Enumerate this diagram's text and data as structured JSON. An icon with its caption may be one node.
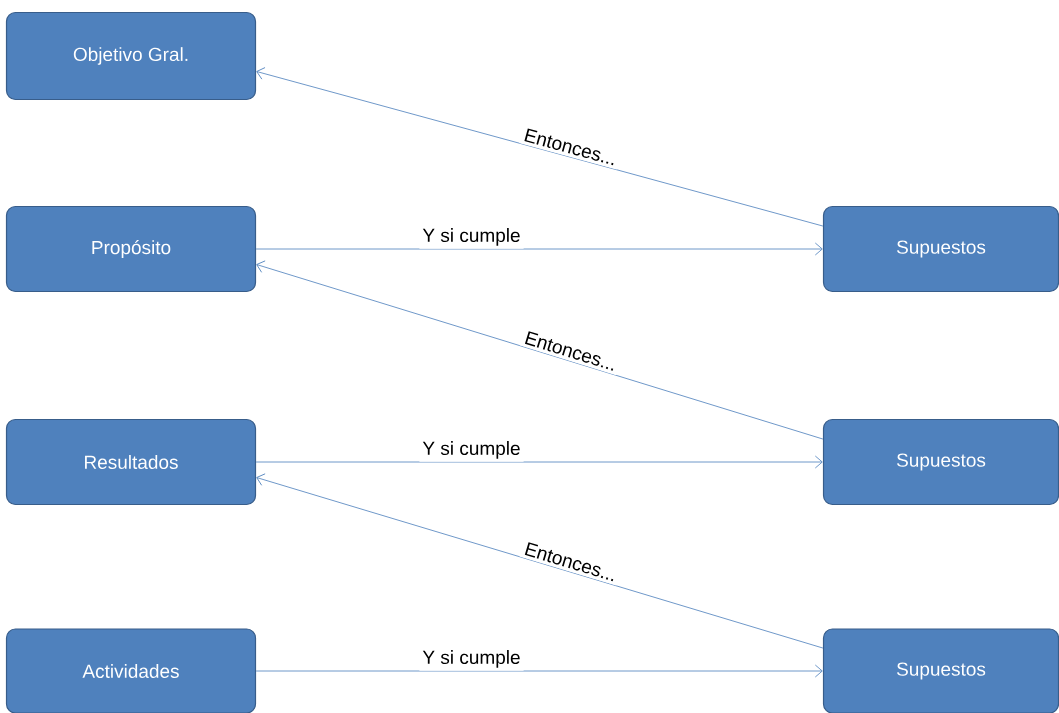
{
  "diagram": {
    "nodes": [
      {
        "text": [
          "Objetivo Gral."
        ]
      },
      {
        "text": [
          "Propósito"
        ]
      },
      {
        "text": [
          "Resultados"
        ]
      },
      {
        "text": [
          "Actividades"
        ]
      },
      {
        "text": [
          "Supuestos"
        ]
      },
      {
        "text": [
          "Supuestos"
        ]
      },
      {
        "text": [
          "Supuestos"
        ]
      }
    ],
    "edges": [
      {
        "from": 4,
        "to": 0,
        "arrow": "to",
        "label": "Entonces..."
      },
      {
        "from": 1,
        "to": 4,
        "arrow": "to",
        "label": "Y si cumple"
      },
      {
        "from": 5,
        "to": 1,
        "arrow": "to",
        "label": "Entonces..."
      },
      {
        "from": 2,
        "to": 5,
        "arrow": "to",
        "label": "Y si cumple"
      },
      {
        "from": 6,
        "to": 2,
        "arrow": "to",
        "label": "Entonces..."
      },
      {
        "from": 3,
        "to": 6,
        "arrow": "to",
        "label": "Y si cumple"
      }
    ]
  }
}
